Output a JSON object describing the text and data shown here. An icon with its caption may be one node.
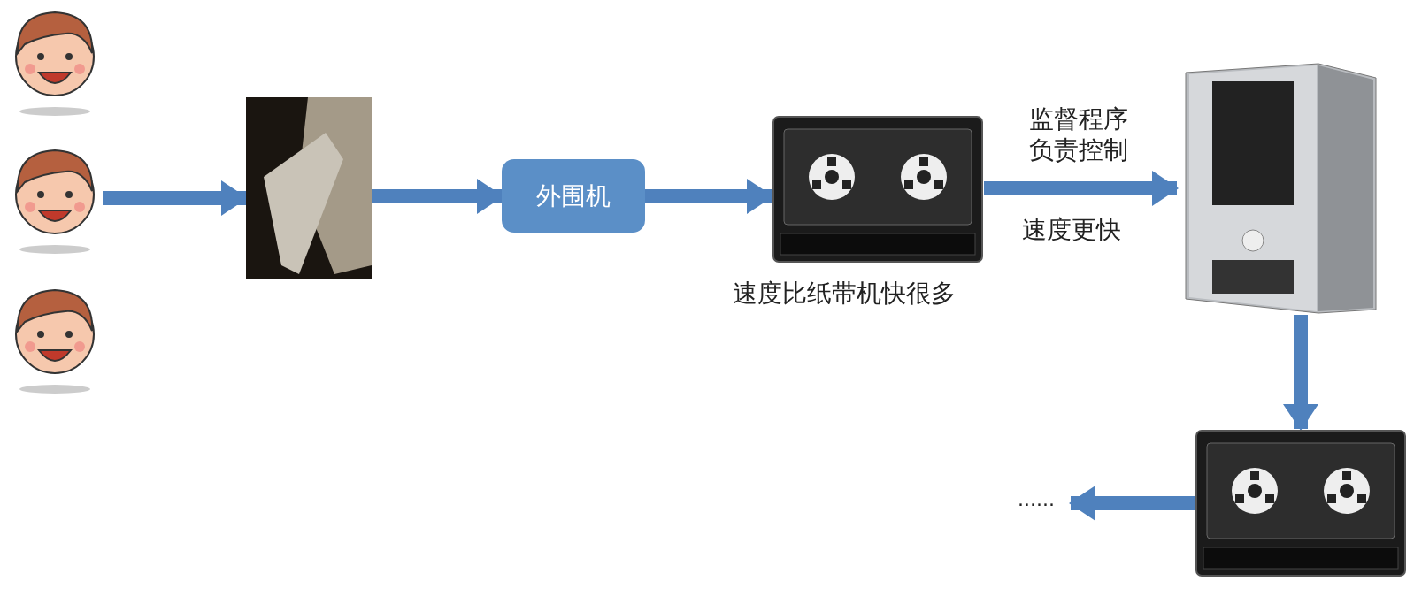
{
  "diagram": {
    "nodes": [
      {
        "text": [],
        "shape": "person"
      },
      {
        "text": [],
        "shape": "person"
      },
      {
        "text": [],
        "shape": "person"
      },
      {
        "text": [],
        "shape": "picture"
      },
      {
        "text": [
          "外围机"
        ]
      },
      {
        "text": [],
        "shape": "picture",
        "beside": [
          "速度比纸带机快很多"
        ]
      },
      {
        "text": [],
        "shape": "picture"
      },
      {
        "text": [],
        "shape": "picture"
      },
      {
        "text": [
          "......"
        ]
      }
    ],
    "edges": [
      {
        "from": 1,
        "to": 3,
        "arrow": "to"
      },
      {
        "from": 3,
        "to": 4,
        "arrow": "to"
      },
      {
        "from": 4,
        "to": 5,
        "arrow": "to"
      },
      {
        "from": 5,
        "to": 6,
        "arrow": "to",
        "label": "监督程序负责控制"
      },
      {
        "from": 6,
        "to": 7,
        "arrow": "to"
      },
      {
        "from": 7,
        "to": 8,
        "arrow": "to"
      }
    ],
    "labels": [
      "速度更快"
    ]
  }
}
